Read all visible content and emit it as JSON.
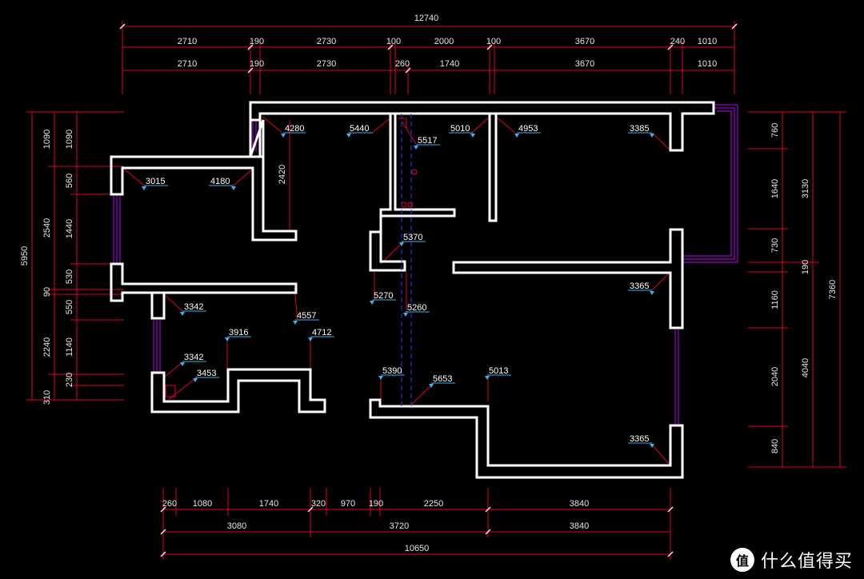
{
  "dimensions": {
    "top_total": "12740",
    "top_row1": [
      "2710",
      "190",
      "2730",
      "100",
      "2000",
      "100",
      "3670",
      "240",
      "1010"
    ],
    "top_row2": [
      "2710",
      "190",
      "2730",
      "260",
      "1740",
      "3670",
      "1010"
    ],
    "bottom_row1": [
      "260",
      "1080",
      "1740",
      "320",
      "970",
      "190",
      "2250",
      "3840"
    ],
    "bottom_row2": [
      "3080",
      "3720",
      "3840"
    ],
    "bottom_total": "10650",
    "left_total": "5950",
    "left_col_a": [
      "1090",
      "2540",
      "90",
      "2240",
      "310"
    ],
    "left_col_b": [
      "1090",
      "560",
      "1440",
      "530",
      "550",
      "1140",
      "230"
    ],
    "right_col_a": [
      "760",
      "1640",
      "730",
      "190",
      "1160",
      "2040",
      "840"
    ],
    "right_col_b": [
      "3130",
      "4040"
    ],
    "right_total": "7360",
    "inner_vertical": "2420"
  },
  "levels": [
    "4280",
    "5440",
    "5517",
    "5010",
    "4953",
    "3385",
    "3015",
    "4180",
    "5370",
    "3365",
    "5270",
    "5260",
    "3342",
    "4557",
    "3916",
    "4712",
    "3342",
    "3453",
    "5390",
    "5653",
    "5013",
    "3365"
  ],
  "watermark": {
    "logo": "值",
    "text": "什么值得买"
  },
  "colors": {
    "background": "#000000",
    "wall": "#ffffff",
    "dimension": "#e0002a",
    "level": "#3fb0f0",
    "window": "#c000ff"
  }
}
